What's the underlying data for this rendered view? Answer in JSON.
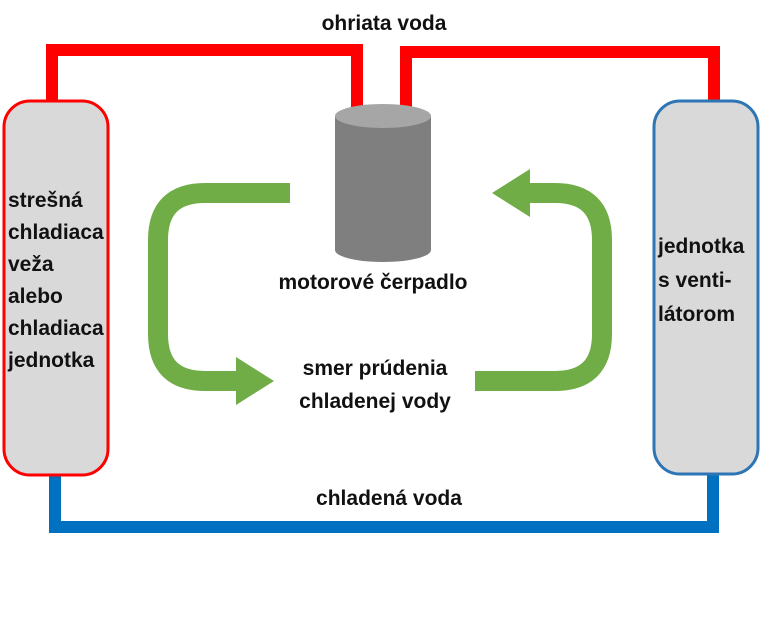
{
  "labels": {
    "hot_water": "ohriata voda",
    "cold_water": "chladená voda",
    "pump": "motorové čerpadlo",
    "flow_line1": "smer prúdenia",
    "flow_line2": "chladenej vody",
    "tower_lines": [
      "strešná",
      "chladiaca",
      "veža",
      "alebo",
      "chladiaca",
      "jednotka"
    ],
    "fan_lines": [
      "jednotka",
      "s venti-",
      "látorom"
    ]
  },
  "colors": {
    "hot_pipe": "#ff0000",
    "cold_pipe": "#0070c0",
    "flow_arrow": "#70ad47",
    "unit_fill": "#d9d9d9",
    "tower_border": "#ff0000",
    "fan_border": "#2e75b6",
    "pump_body": "#7f7f7f",
    "pump_top": "#a6a6a6"
  }
}
